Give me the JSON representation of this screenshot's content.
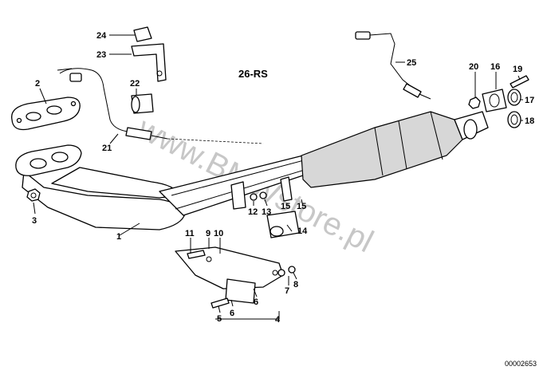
{
  "diagram": {
    "title": "26-RS",
    "doc_id": "00002653",
    "watermark": "www.BMWstore.pl",
    "callouts": [
      {
        "id": "c1",
        "text": "1"
      },
      {
        "id": "c2",
        "text": "2"
      },
      {
        "id": "c3",
        "text": "3"
      },
      {
        "id": "c4",
        "text": "4"
      },
      {
        "id": "c5",
        "text": "5"
      },
      {
        "id": "c6a",
        "text": "6"
      },
      {
        "id": "c6b",
        "text": "6"
      },
      {
        "id": "c7",
        "text": "7"
      },
      {
        "id": "c8",
        "text": "8"
      },
      {
        "id": "c9",
        "text": "9"
      },
      {
        "id": "c10",
        "text": "10"
      },
      {
        "id": "c11",
        "text": "11"
      },
      {
        "id": "c12",
        "text": "12"
      },
      {
        "id": "c13",
        "text": "13"
      },
      {
        "id": "c14",
        "text": "14"
      },
      {
        "id": "c15a",
        "text": "15"
      },
      {
        "id": "c15b",
        "text": "15"
      },
      {
        "id": "c16",
        "text": "16"
      },
      {
        "id": "c17",
        "text": "17"
      },
      {
        "id": "c18",
        "text": "18"
      },
      {
        "id": "c19",
        "text": "19"
      },
      {
        "id": "c20",
        "text": "20"
      },
      {
        "id": "c21",
        "text": "21"
      },
      {
        "id": "c22",
        "text": "22"
      },
      {
        "id": "c23",
        "text": "23"
      },
      {
        "id": "c24",
        "text": "24"
      },
      {
        "id": "c25",
        "text": "25"
      }
    ]
  }
}
